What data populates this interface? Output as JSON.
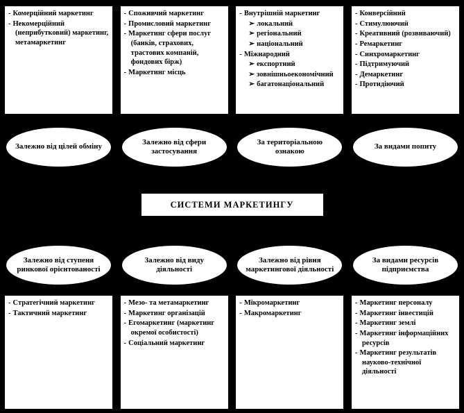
{
  "center": {
    "title": "СИСТЕМИ  МАРКЕТИНГУ"
  },
  "top_boxes": [
    {
      "items": [
        {
          "m": "-",
          "t": "Комерційний маркетинг"
        },
        {
          "m": "-",
          "t": "Некомерційний (неприбутковий) маркетинг, метамаркетинг"
        }
      ]
    },
    {
      "items": [
        {
          "m": "-",
          "t": "Споживчий маркетинг"
        },
        {
          "m": "-",
          "t": "Промисловий маркетинг"
        },
        {
          "m": "-",
          "t": "Маркетинг сфери послуг (банків, страхових, трастових компаній, фондових бірж)"
        },
        {
          "m": "-",
          "t": "Маркетинг місць"
        }
      ]
    },
    {
      "items": [
        {
          "m": "-",
          "t": "Внутрішній маркетинг"
        },
        {
          "m": "➢",
          "t": "локальний",
          "cls": "sub"
        },
        {
          "m": "➢",
          "t": "регіональний",
          "cls": "sub"
        },
        {
          "m": "➢",
          "t": "національний",
          "cls": "sub"
        },
        {
          "m": "-",
          "t": "Міжнародний"
        },
        {
          "m": "➢",
          "t": "експортний",
          "cls": "sub"
        },
        {
          "m": "➢",
          "t": "зовнішньоекономічний",
          "cls": "sub"
        },
        {
          "m": "➢",
          "t": "багатонаціональний",
          "cls": "sub"
        }
      ]
    },
    {
      "items": [
        {
          "m": "-",
          "t": "Конверсійний"
        },
        {
          "m": "-",
          "t": "Стимулюючий"
        },
        {
          "m": "-",
          "t": "Креативний (розвиваючий)"
        },
        {
          "m": "-",
          "t": "Ремаркетинг"
        },
        {
          "m": "-",
          "t": "Синхромаркетинг"
        },
        {
          "m": "-",
          "t": "Підтримуючий"
        },
        {
          "m": "-",
          "t": "Демаркетинг"
        },
        {
          "m": "-",
          "t": "Протидіючий"
        }
      ]
    }
  ],
  "ellipses_top": [
    {
      "label": "Залежно від цілей обміну"
    },
    {
      "label": "Залежно від сфери застосування"
    },
    {
      "label": "За територіальною ознакою"
    },
    {
      "label": "За видами попиту"
    }
  ],
  "ellipses_bottom": [
    {
      "label": "Залежно від ступеня ринкової орієнтованості"
    },
    {
      "label": "Залежно від виду діяльності"
    },
    {
      "label": "Залежно від рівня маркетингової діяльності"
    },
    {
      "label": "За видами ресурсів підприємства"
    }
  ],
  "bottom_boxes": [
    {
      "items": [
        {
          "m": "-",
          "t": "Стратегічний маркетинг"
        },
        {
          "m": "-",
          "t": "Тактичний маркетинг"
        }
      ]
    },
    {
      "items": [
        {
          "m": "-",
          "t": "Мезо- та метамаркетинг"
        },
        {
          "m": "-",
          "t": "Маркетинг організацій"
        },
        {
          "m": "-",
          "t": "Егомаркетинг (маркетинг окремої особистості)"
        },
        {
          "m": "-",
          "t": "Соціальний маркетинг"
        }
      ]
    },
    {
      "items": [
        {
          "m": "-",
          "t": "Мікромаркетинг"
        },
        {
          "m": "-",
          "t": "Макромаркетинг"
        }
      ]
    },
    {
      "items": [
        {
          "m": "-",
          "t": "Маркетинг персоналу"
        },
        {
          "m": "-",
          "t": "Маркетинг інвестицій"
        },
        {
          "m": "-",
          "t": "Маркетинг землі"
        },
        {
          "m": "-",
          "t": "Маркетинг інформаційних ресурсів"
        },
        {
          "m": "-",
          "t": "Маркетинг результатів науково-технічної діяльності"
        }
      ]
    }
  ]
}
